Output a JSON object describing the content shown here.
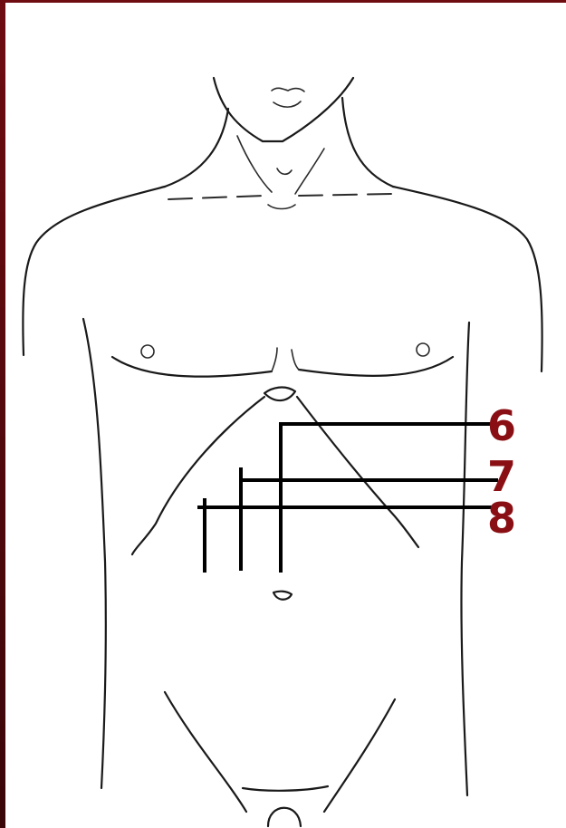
{
  "figure": {
    "labels": [
      "6",
      "7",
      "8"
    ]
  },
  "colors": {
    "frame": "#6e0c12",
    "label": "#8a0f14",
    "line": "#000000"
  }
}
